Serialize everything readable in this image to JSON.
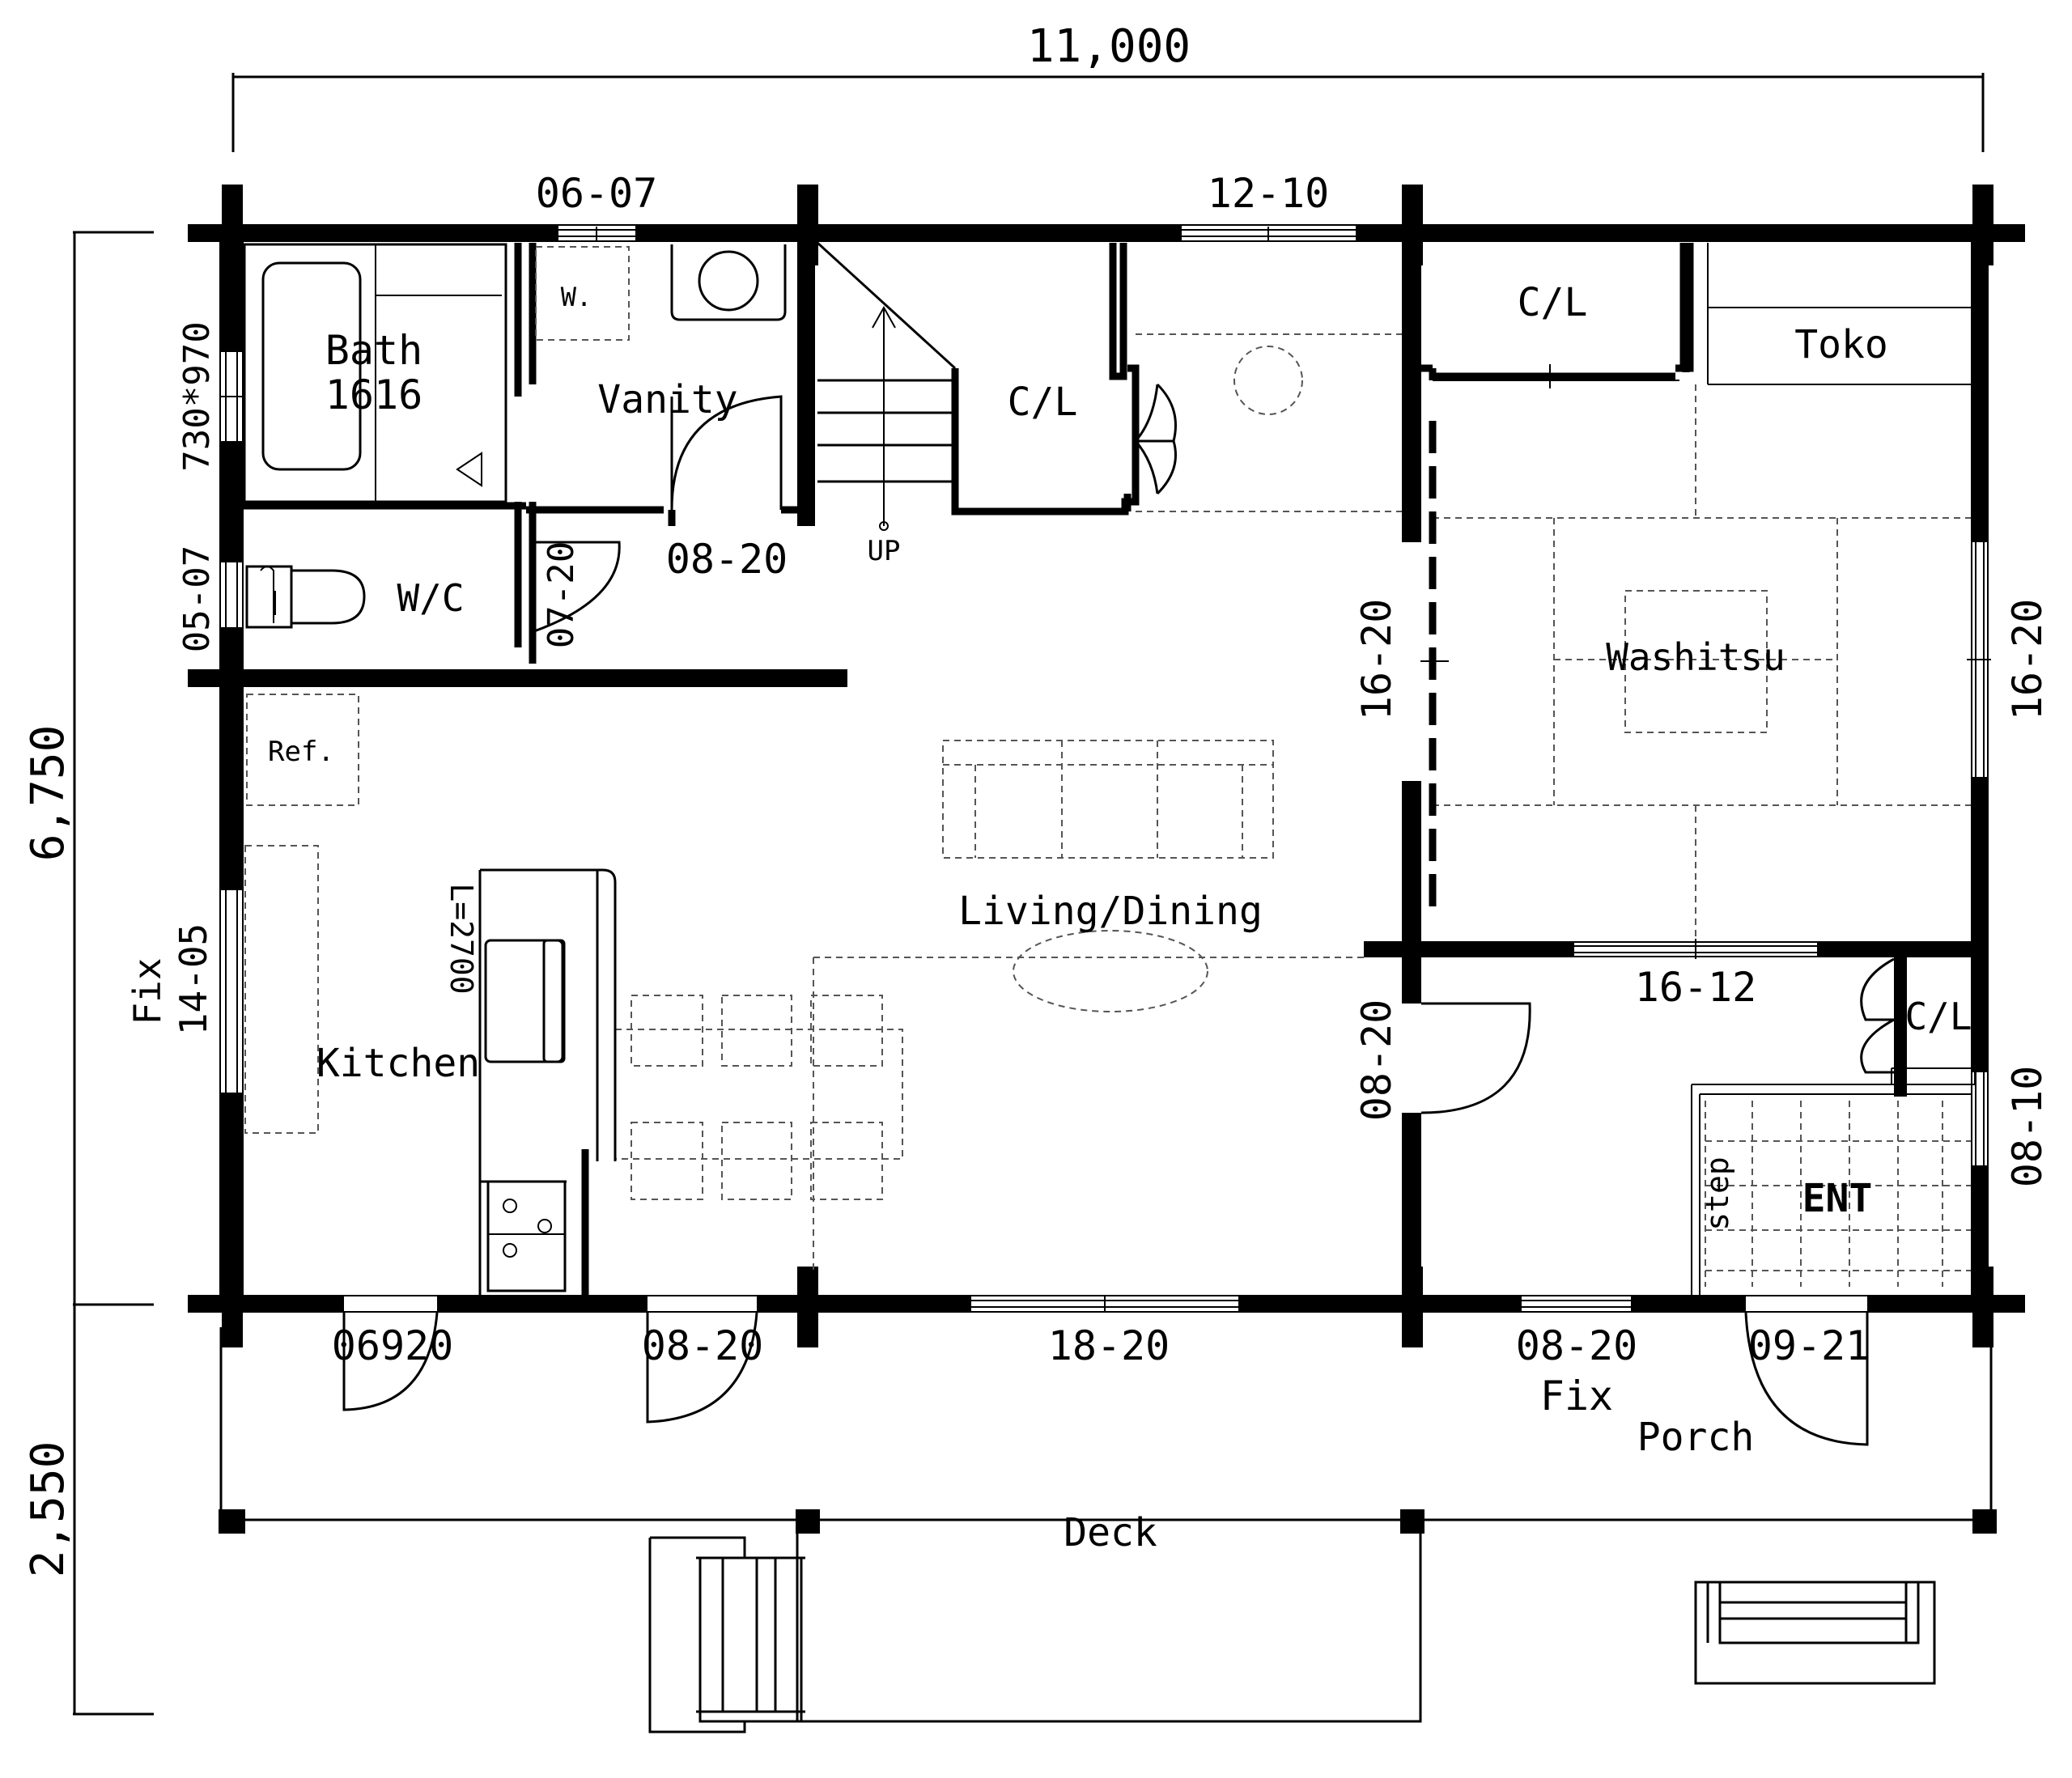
{
  "dimensions": {
    "width": "11,000",
    "depth_main": "6,750",
    "depth_deck": "2,550"
  },
  "rooms": {
    "bath": "Bath",
    "bath_size": "1616",
    "vanity": "Vanity",
    "washer": "W.",
    "wc": "W/C",
    "closet_stair": "C/L",
    "closet_washitsu": "C/L",
    "closet_entry": "C/L",
    "toko": "Toko",
    "washitsu": "Washitsu",
    "refrigerator": "Ref.",
    "living_dining": "Living/Dining",
    "kitchen": "Kitchen",
    "counter_length": "L=2700",
    "entry": "ENT",
    "step": "step",
    "porch": "Porch",
    "deck": "Deck",
    "stair_up": "UP"
  },
  "openings": {
    "top_bath_window": "06-07",
    "top_closet_window": "12-10",
    "bath_side_window": "730*970",
    "wc_window": "05-07",
    "vanity_door": "08-20",
    "wc_door": "07-20",
    "kitchen_window_fix": "Fix",
    "kitchen_window": "14-05",
    "washitsu_west": "16-20",
    "washitsu_east": "16-20",
    "washitsu_south": "16-12",
    "living_door": "08-20",
    "entry_window": "08-10",
    "bottom_kitchen_door": "06920",
    "bottom_door_2": "08-20",
    "bottom_living_window": "18-20",
    "bottom_fix_window": "08-20",
    "bottom_fix_label": "Fix",
    "entry_door": "09-21"
  }
}
